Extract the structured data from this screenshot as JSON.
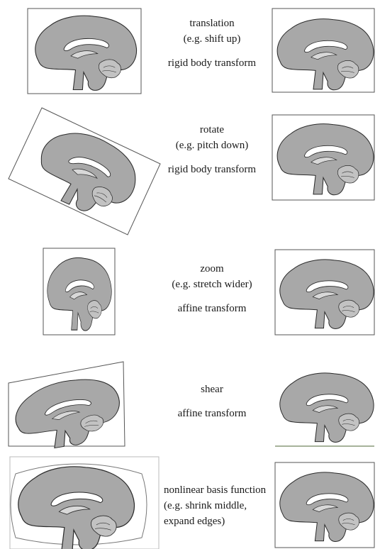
{
  "rows": [
    {
      "name": "translation",
      "lines": [
        "translation",
        "(e.g. shift up)",
        "",
        "rigid body transform"
      ]
    },
    {
      "name": "rotate",
      "lines": [
        "rotate",
        "(e.g. pitch down)",
        "",
        "rigid body transform"
      ]
    },
    {
      "name": "zoom",
      "lines": [
        "zoom",
        "(e.g. stretch wider)",
        "",
        "affine transform"
      ]
    },
    {
      "name": "shear",
      "lines": [
        "shear",
        "",
        "affine transform"
      ]
    },
    {
      "name": "nonlinear",
      "lines": [
        "nonlinear basis function",
        "(e.g. shrink middle,",
        "expand edges)"
      ]
    }
  ],
  "colors": {
    "brain_fill": "#a8a8a8",
    "brain_stroke": "#2a2a2a",
    "ventricle_fill": "#ffffff",
    "frame_stroke": "#555555"
  }
}
